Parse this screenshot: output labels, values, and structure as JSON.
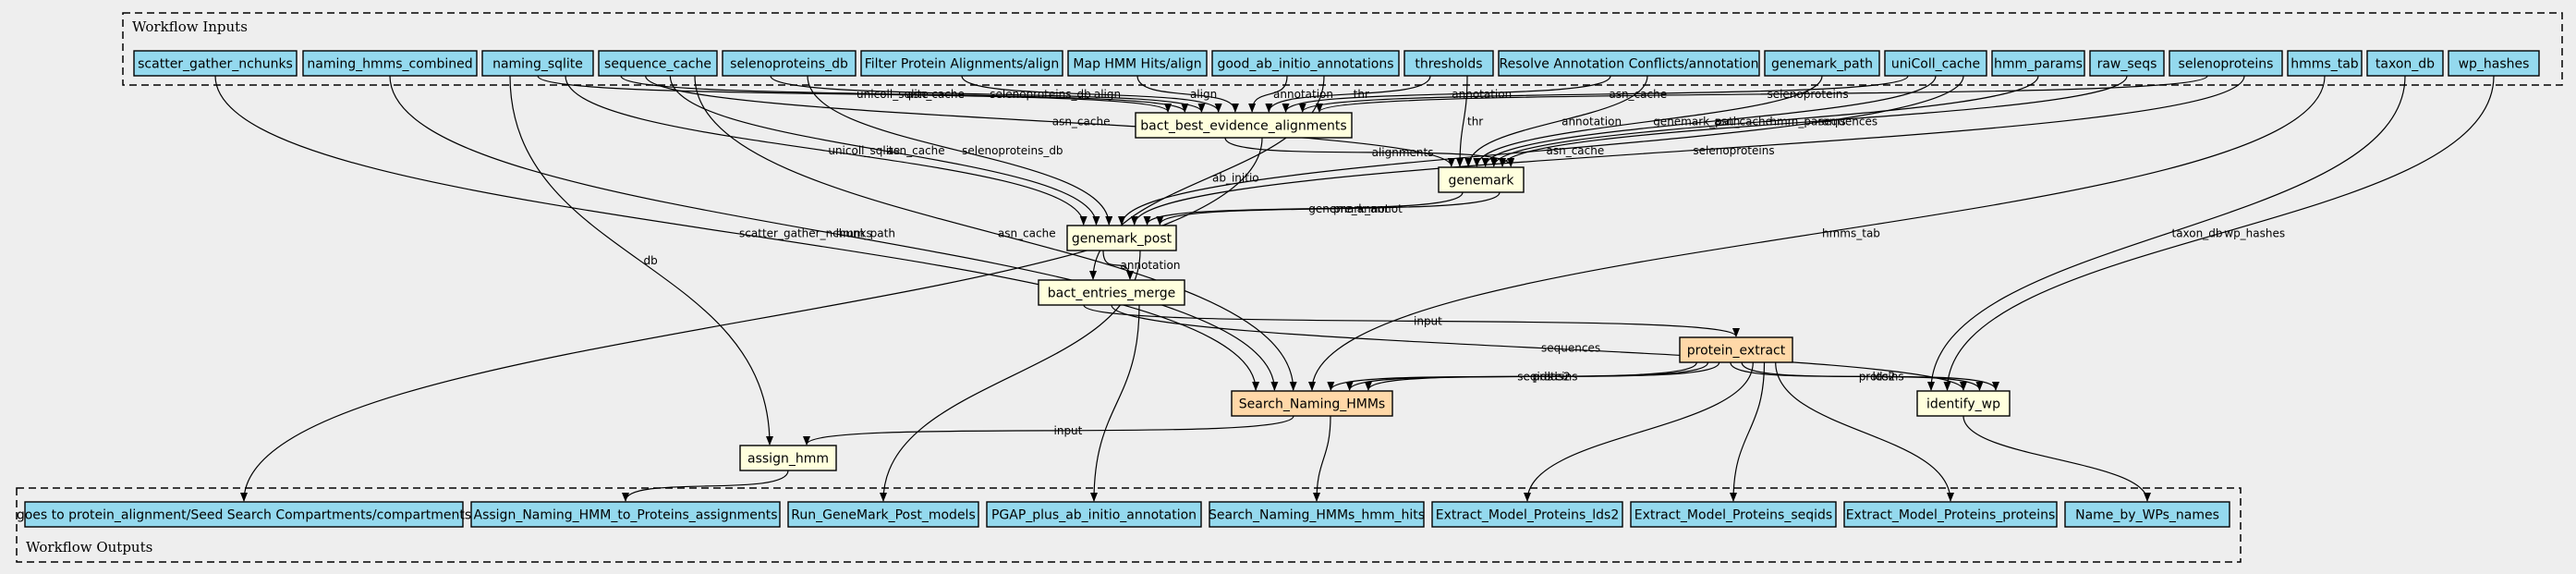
{
  "diagram": {
    "inputs_title": "Workflow Inputs",
    "outputs_title": "Workflow Outputs",
    "colors": {
      "background": "#eeeeee",
      "input_node": "#94d9ee",
      "step_node": "#ffffdd",
      "subworkflow_node": "#ffd8a8",
      "border": "#000000"
    },
    "inputs": [
      {
        "id": "in_scatter",
        "label": "scatter_gather_nchunks"
      },
      {
        "id": "in_naming_combined",
        "label": "naming_hmms_combined"
      },
      {
        "id": "in_naming_sqlite",
        "label": "naming_sqlite"
      },
      {
        "id": "in_seq_cache",
        "label": "sequence_cache"
      },
      {
        "id": "in_seleno_db",
        "label": "selenoproteins_db"
      },
      {
        "id": "in_filter",
        "label": "Filter Protein Alignments/align"
      },
      {
        "id": "in_maphmm",
        "label": "Map HMM Hits/align"
      },
      {
        "id": "in_good_ab",
        "label": "good_ab_initio_annotations"
      },
      {
        "id": "in_thresholds",
        "label": "thresholds"
      },
      {
        "id": "in_resolve",
        "label": "Resolve Annotation Conflicts/annotation"
      },
      {
        "id": "in_genemark_path",
        "label": "genemark_path"
      },
      {
        "id": "in_unicoll",
        "label": "uniColl_cache"
      },
      {
        "id": "in_hmm_params",
        "label": "hmm_params"
      },
      {
        "id": "in_raw_seqs",
        "label": "raw_seqs"
      },
      {
        "id": "in_seleno",
        "label": "selenoproteins"
      },
      {
        "id": "in_hmms_tab",
        "label": "hmms_tab"
      },
      {
        "id": "in_taxon_db",
        "label": "taxon_db"
      },
      {
        "id": "in_wp_hashes",
        "label": "wp_hashes"
      }
    ],
    "steps": [
      {
        "id": "st_bact_best",
        "label": "bact_best_evidence_alignments"
      },
      {
        "id": "st_genemark",
        "label": "genemark"
      },
      {
        "id": "st_genemark_post",
        "label": "genemark_post"
      },
      {
        "id": "st_bact_merge",
        "label": "bact_entries_merge"
      },
      {
        "id": "st_protein_extract",
        "label": "protein_extract"
      },
      {
        "id": "st_search_naming",
        "label": "Search_Naming_HMMs"
      },
      {
        "id": "st_identify_wp",
        "label": "identify_wp"
      },
      {
        "id": "st_assign_hmm",
        "label": "assign_hmm"
      }
    ],
    "outputs": [
      {
        "id": "out_goes_to",
        "label": "goes to protein_alignment/Seed Search Compartments/compartments"
      },
      {
        "id": "out_assign",
        "label": "Assign_Naming_HMM_to_Proteins_assignments"
      },
      {
        "id": "out_run_genemark",
        "label": "Run_GeneMark_Post_models"
      },
      {
        "id": "out_pgap",
        "label": "PGAP_plus_ab_initio_annotation"
      },
      {
        "id": "out_search_hits",
        "label": "Search_Naming_HMMs_hmm_hits"
      },
      {
        "id": "out_lds2",
        "label": "Extract_Model_Proteins_lds2"
      },
      {
        "id": "out_seqids",
        "label": "Extract_Model_Proteins_seqids"
      },
      {
        "id": "out_proteins",
        "label": "Extract_Model_Proteins_proteins"
      },
      {
        "id": "out_wp_names",
        "label": "Name_by_WPs_names"
      }
    ],
    "edges": [
      {
        "from": "in_scatter",
        "to": "st_search_naming",
        "label": "scatter_gather_nchunks"
      },
      {
        "from": "in_naming_combined",
        "to": "st_search_naming",
        "label": "hmm_path"
      },
      {
        "from": "in_naming_sqlite",
        "to": "st_assign_hmm",
        "label": "db"
      },
      {
        "from": "in_naming_sqlite",
        "to": "st_bact_best",
        "label": "unicoll_sqlite"
      },
      {
        "from": "in_naming_sqlite",
        "to": "st_genemark_post",
        "label": "unicoll_sqlite"
      },
      {
        "from": "in_seq_cache",
        "to": "st_bact_best",
        "label": "asn_cache"
      },
      {
        "from": "in_seq_cache",
        "to": "st_genemark",
        "label": "asn_cache"
      },
      {
        "from": "in_seq_cache",
        "to": "st_genemark_post",
        "label": "asn_cache"
      },
      {
        "from": "in_seq_cache",
        "to": "st_search_naming",
        "label": "asn_cache"
      },
      {
        "from": "in_seleno_db",
        "to": "st_bact_best",
        "label": "selenoproteins_db"
      },
      {
        "from": "in_seleno_db",
        "to": "st_genemark_post",
        "label": "selenoproteins_db"
      },
      {
        "from": "in_filter",
        "to": "st_bact_best",
        "label": "align"
      },
      {
        "from": "in_maphmm",
        "to": "st_bact_best",
        "label": "align"
      },
      {
        "from": "in_good_ab",
        "to": "st_bact_best",
        "label": "annotation"
      },
      {
        "from": "in_good_ab",
        "to": "st_bact_merge",
        "label": "ab_initio"
      },
      {
        "from": "in_thresholds",
        "to": "st_bact_best",
        "label": "thr"
      },
      {
        "from": "in_thresholds",
        "to": "st_genemark",
        "label": "thr"
      },
      {
        "from": "in_resolve",
        "to": "st_bact_best",
        "label": "annotation"
      },
      {
        "from": "in_resolve",
        "to": "st_genemark",
        "label": "annotation"
      },
      {
        "from": "in_genemark_path",
        "to": "st_genemark",
        "label": "genemark_path"
      },
      {
        "from": "in_unicoll",
        "to": "st_bact_best",
        "label": "asn_cache"
      },
      {
        "from": "in_unicoll",
        "to": "st_genemark",
        "label": "asn_cache"
      },
      {
        "from": "in_unicoll",
        "to": "st_genemark_post",
        "label": "asn_cache"
      },
      {
        "from": "in_hmm_params",
        "to": "st_genemark",
        "label": "hmm_params"
      },
      {
        "from": "in_raw_seqs",
        "to": "st_genemark",
        "label": "sequences"
      },
      {
        "from": "in_seleno",
        "to": "st_bact_best",
        "label": "selenoproteins"
      },
      {
        "from": "in_seleno",
        "to": "st_genemark_post",
        "label": "selenoproteins"
      },
      {
        "from": "in_hmms_tab",
        "to": "st_search_naming",
        "label": "hmms_tab"
      },
      {
        "from": "in_taxon_db",
        "to": "st_identify_wp",
        "label": "taxon_db"
      },
      {
        "from": "in_wp_hashes",
        "to": "st_identify_wp",
        "label": "wp_hashes"
      },
      {
        "from": "st_bact_best",
        "to": "st_genemark",
        "label": "alignments"
      },
      {
        "from": "st_bact_best",
        "to": "out_goes_to",
        "label": ""
      },
      {
        "from": "st_genemark",
        "to": "st_genemark_post",
        "label": "genemark_annot"
      },
      {
        "from": "st_genemark",
        "to": "st_genemark_post",
        "label": "pre_annot"
      },
      {
        "from": "st_genemark_post",
        "to": "st_bact_merge",
        "label": "annotation"
      },
      {
        "from": "st_genemark_post",
        "to": "out_run_genemark",
        "label": ""
      },
      {
        "from": "st_bact_merge",
        "to": "st_protein_extract",
        "label": "input"
      },
      {
        "from": "st_bact_merge",
        "to": "st_identify_wp",
        "label": "sequences"
      },
      {
        "from": "st_bact_merge",
        "to": "out_pgap",
        "label": ""
      },
      {
        "from": "st_protein_extract",
        "to": "st_search_naming",
        "label": "seqids"
      },
      {
        "from": "st_protein_extract",
        "to": "st_search_naming",
        "label": "proteins"
      },
      {
        "from": "st_protein_extract",
        "to": "st_search_naming",
        "label": "lds2"
      },
      {
        "from": "st_protein_extract",
        "to": "st_identify_wp",
        "label": "proteins"
      },
      {
        "from": "st_protein_extract",
        "to": "st_identify_wp",
        "label": "lds2"
      },
      {
        "from": "st_protein_extract",
        "to": "out_lds2",
        "label": ""
      },
      {
        "from": "st_protein_extract",
        "to": "out_seqids",
        "label": ""
      },
      {
        "from": "st_protein_extract",
        "to": "out_proteins",
        "label": ""
      },
      {
        "from": "st_search_naming",
        "to": "st_assign_hmm",
        "label": "input"
      },
      {
        "from": "st_search_naming",
        "to": "out_search_hits",
        "label": ""
      },
      {
        "from": "st_assign_hmm",
        "to": "out_assign",
        "label": ""
      },
      {
        "from": "st_identify_wp",
        "to": "out_wp_names",
        "label": ""
      }
    ]
  }
}
